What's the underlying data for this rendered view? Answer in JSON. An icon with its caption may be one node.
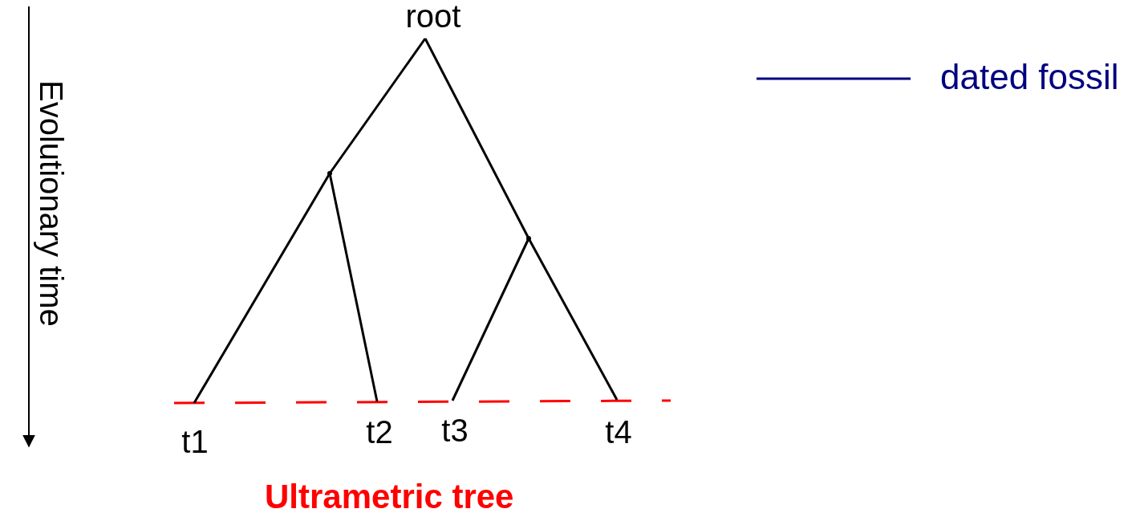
{
  "diagram": {
    "caption": "Ultrametric tree",
    "nodes": [
      {
        "text": [
          "root"
        ]
      },
      {
        "text": [],
        "shape": "point"
      },
      {
        "text": [],
        "shape": "point"
      },
      {
        "text": [
          "t1"
        ]
      },
      {
        "text": [
          "t2"
        ]
      },
      {
        "text": [
          "t3"
        ]
      },
      {
        "text": [
          "t4"
        ]
      }
    ],
    "edges": [
      {
        "from": 0,
        "to": 1,
        "arrow": "none"
      },
      {
        "from": 0,
        "to": 2,
        "arrow": "none"
      },
      {
        "from": 1,
        "to": 3,
        "arrow": "none"
      },
      {
        "from": 1,
        "to": 4,
        "arrow": "none"
      },
      {
        "from": 2,
        "to": 5,
        "arrow": "none"
      },
      {
        "from": 2,
        "to": 6,
        "arrow": "none"
      }
    ],
    "labels": [
      "Evolutionary time"
    ],
    "legend": [
      {
        "text": "dated fossil"
      }
    ]
  }
}
